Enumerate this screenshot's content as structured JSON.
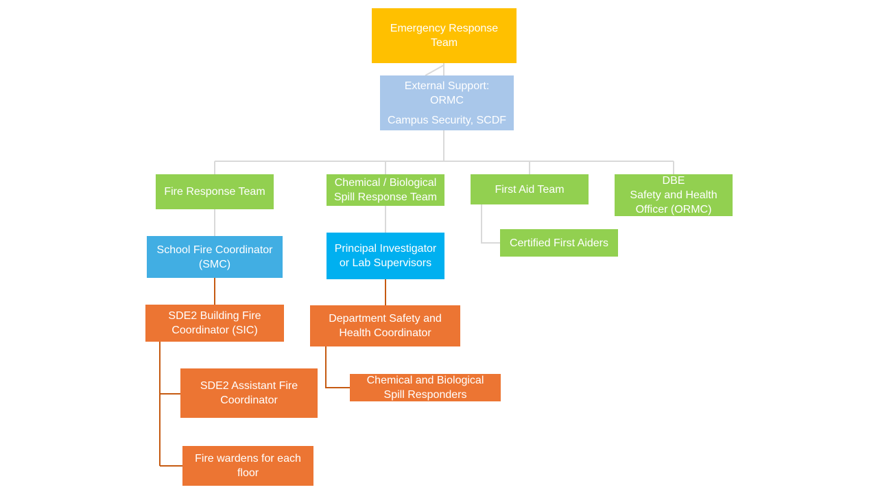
{
  "diagram": {
    "colors": {
      "yellow": "#ffc000",
      "light_blue": "#a9c7ea",
      "green": "#92d050",
      "blue": "#41aee3",
      "cyan": "#00b0f0",
      "orange": "#ec7533",
      "line_gray": "#d9d9d9",
      "line_orange": "#c55a11"
    },
    "emergency": {
      "line1": "Emergency Response",
      "line2": "Team"
    },
    "external": {
      "line1": "External Support:",
      "line2": "ORMC",
      "line3": "Campus Security, SCDF"
    },
    "fire_team": {
      "label": "Fire Response Team"
    },
    "spill_team": {
      "line1": "Chemical / Biological",
      "line2": "Spill Response Team"
    },
    "first_aid": {
      "label": "First Aid Team"
    },
    "dbe": {
      "line1": "DBE",
      "line2": "Safety and Health",
      "line3": "Officer (ORMC)"
    },
    "school_fire": {
      "line1": "School Fire Coordinator",
      "line2": "(SMC)"
    },
    "pi": {
      "line1": "Principal Investigator",
      "line2": "or Lab Supervisors"
    },
    "first_aiders": {
      "label": "Certified First Aiders"
    },
    "building_fire": {
      "line1": "SDE2 Building Fire",
      "line2": "Coordinator (SIC)"
    },
    "dept_safety": {
      "line1": "Department Safety and",
      "line2": "Health Coordinator"
    },
    "assistant_fire": {
      "line1": "SDE2 Assistant Fire",
      "line2": "Coordinator"
    },
    "spill_responders": {
      "line1": "Chemical and Biological",
      "line2": "Spill Responders"
    },
    "fire_wardens": {
      "line1": "Fire wardens for each",
      "line2": "floor"
    }
  }
}
